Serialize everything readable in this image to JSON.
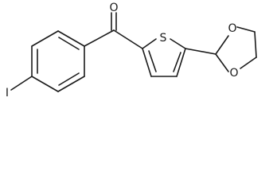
{
  "molecule": {
    "atoms": {
      "oxygen_carbonyl": "O",
      "sulfur": "S",
      "iodine": "I",
      "oxygen_ring_top": "O",
      "oxygen_ring_bottom": "O"
    }
  }
}
